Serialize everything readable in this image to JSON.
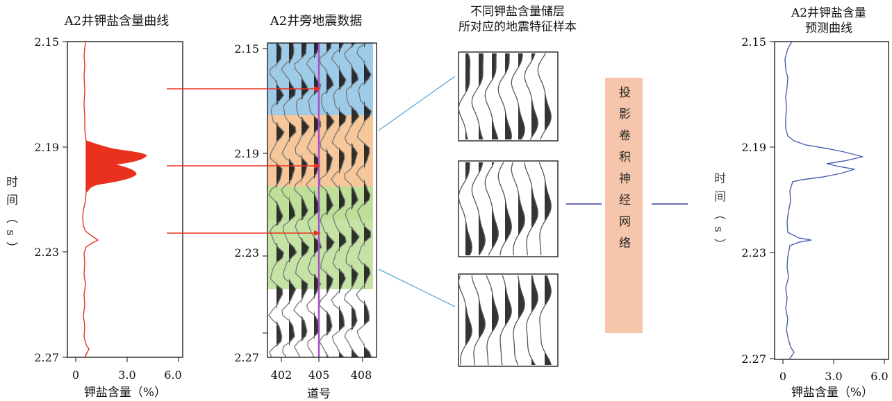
{
  "panel1": {
    "title": "A2井钾盐含量曲线",
    "ylabel": "时间（s）",
    "xlabel": "钾盐含量（%）",
    "yticks": [
      "2.15",
      "2.19",
      "2.23",
      "2.27"
    ],
    "xticks": [
      "0",
      "3.0",
      "6.0"
    ]
  },
  "panel2": {
    "title": "A2井旁地震数据",
    "xlabel": "道号",
    "yticks": [
      "2.15",
      "2.19",
      "2.23",
      "2.27"
    ],
    "xticks": [
      "402",
      "405",
      "408"
    ]
  },
  "samples": {
    "title_line1": "不同钾盐含量储层",
    "title_line2": "所对应的地震特征样本"
  },
  "network": {
    "label": "投影卷积神经网络"
  },
  "panel3": {
    "title_line1": "A2井钾盐含量",
    "title_line2": "预测曲线",
    "ylabel": "时间（s）",
    "xlabel": "钾盐含量（%）",
    "yticks": [
      "2.15",
      "2.19",
      "2.23",
      "2.27"
    ],
    "xticks": [
      "0",
      "3.0",
      "6.0"
    ]
  },
  "colors": {
    "curve_red": "#e8321e",
    "curve_blue": "#4a5fb0",
    "band_blue": "#9ecbe8",
    "band_orange": "#f5c79a",
    "band_green": "#b7dc8d",
    "network_box": "#f6c6ac",
    "well_line": "#a64fc8",
    "connector_line": "#5fa8d8",
    "link_line": "#3b3f9a"
  }
}
